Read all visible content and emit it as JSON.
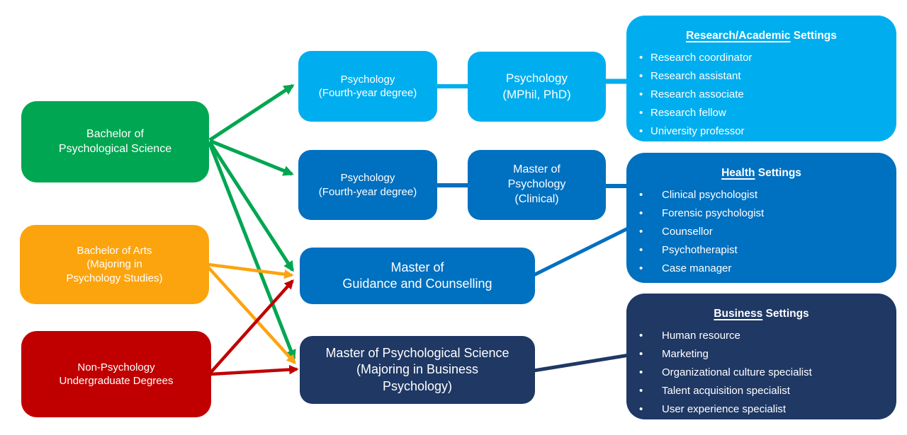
{
  "colors": {
    "green": "#00A651",
    "orange": "#FCA40E",
    "red": "#C00000",
    "light_blue": "#00AEEF",
    "blue": "#0070C0",
    "navy": "#1F3864"
  },
  "nodes": {
    "bachelor_psych_science": {
      "label": "Bachelor of\nPsychological Science"
    },
    "bachelor_arts": {
      "label": "Bachelor of Arts\n(Majoring in\nPsychology Studies)"
    },
    "non_psych_undergrad": {
      "label": "Non-Psychology\nUndergraduate Degrees"
    },
    "psych_fourth_year_1": {
      "label": "Psychology\n(Fourth-year degree)"
    },
    "psych_mphil_phd": {
      "label": "Psychology\n(MPhil, PhD)"
    },
    "psych_fourth_year_2": {
      "label": "Psychology\n(Fourth-year degree)"
    },
    "master_psych_clinical": {
      "label": "Master of\nPsychology\n(Clinical)"
    },
    "master_guidance": {
      "label": "Master of\nGuidance and Counselling"
    },
    "master_psych_science": {
      "label": "Master of Psychological Science\n(Majoring in Business\nPsychology)"
    }
  },
  "settings_boxes": {
    "research": {
      "heading_underlined": "Research/Academic",
      "heading_rest": "Settings",
      "items": [
        "Research coordinator",
        "Research assistant",
        "Research associate",
        "Research fellow",
        "University professor"
      ]
    },
    "health": {
      "heading_underlined": "Health",
      "heading_rest": "Settings",
      "items": [
        "Clinical psychologist",
        "Forensic psychologist",
        "Counsellor",
        "Psychotherapist",
        "Case manager"
      ]
    },
    "business": {
      "heading_underlined": "Business",
      "heading_rest": "Settings",
      "items": [
        "Human resource",
        "Marketing",
        "Organizational culture specialist",
        "Talent acquisition specialist",
        "User experience specialist"
      ]
    }
  },
  "edges": [
    {
      "from": "bachelor_psych_science",
      "to": "psych_fourth_year_1",
      "style": "arrow",
      "color": "green"
    },
    {
      "from": "bachelor_psych_science",
      "to": "psych_fourth_year_2",
      "style": "arrow",
      "color": "green"
    },
    {
      "from": "bachelor_psych_science",
      "to": "master_guidance",
      "style": "arrow",
      "color": "green"
    },
    {
      "from": "bachelor_psych_science",
      "to": "master_psych_science",
      "style": "arrow",
      "color": "green"
    },
    {
      "from": "bachelor_arts",
      "to": "master_guidance",
      "style": "arrow",
      "color": "orange"
    },
    {
      "from": "bachelor_arts",
      "to": "master_psych_science",
      "style": "arrow",
      "color": "orange"
    },
    {
      "from": "non_psych_undergrad",
      "to": "master_guidance",
      "style": "arrow",
      "color": "red"
    },
    {
      "from": "non_psych_undergrad",
      "to": "master_psych_science",
      "style": "arrow",
      "color": "red"
    },
    {
      "from": "psych_fourth_year_1",
      "to": "psych_mphil_phd",
      "style": "line",
      "color": "light_blue"
    },
    {
      "from": "psych_mphil_phd",
      "to": "research_settings",
      "style": "line",
      "color": "light_blue"
    },
    {
      "from": "psych_fourth_year_2",
      "to": "master_psych_clinical",
      "style": "line",
      "color": "blue"
    },
    {
      "from": "master_psych_clinical",
      "to": "health_settings",
      "style": "line",
      "color": "blue"
    },
    {
      "from": "master_guidance",
      "to": "health_settings",
      "style": "line",
      "color": "blue"
    },
    {
      "from": "master_psych_science",
      "to": "business_settings",
      "style": "line",
      "color": "navy"
    }
  ]
}
